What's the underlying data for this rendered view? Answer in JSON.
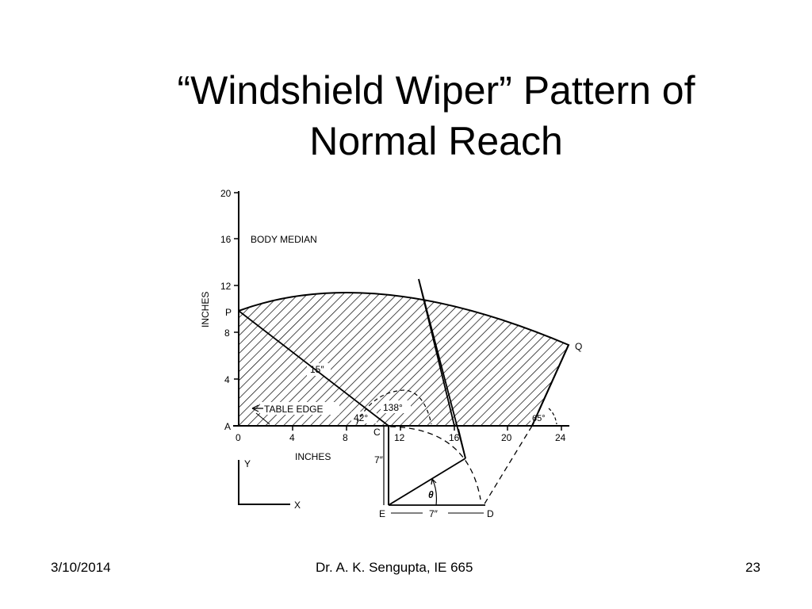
{
  "slide": {
    "title_line1": "“Windshield Wiper” Pattern of",
    "title_line2": "Normal Reach",
    "footer_date": "3/10/2014",
    "footer_author": "Dr. A. K. Sengupta, IE 665",
    "footer_page": "23"
  },
  "diagram": {
    "y_axis_label": "INCHES",
    "x_axis_label": "INCHES",
    "y_ticks": [
      "20",
      "16",
      "12",
      "8",
      "4"
    ],
    "x_ticks": [
      "0",
      "4",
      "8",
      "12",
      "16",
      "20",
      "24"
    ],
    "body_median": "BODY MEDIAN",
    "table_edge": "TABLE EDGE",
    "point_p": "P",
    "point_a": "A",
    "point_c": "C",
    "point_q": "Q",
    "point_e": "E",
    "point_d": "D",
    "forearm_length": "15″",
    "upper_arm_vertical": "7″",
    "upper_arm_horizontal": "7″",
    "angle_42": "42°",
    "angle_138": "138°",
    "angle_65": "65°",
    "angle_theta": "θ",
    "legend_y": "Y",
    "legend_x": "X"
  }
}
